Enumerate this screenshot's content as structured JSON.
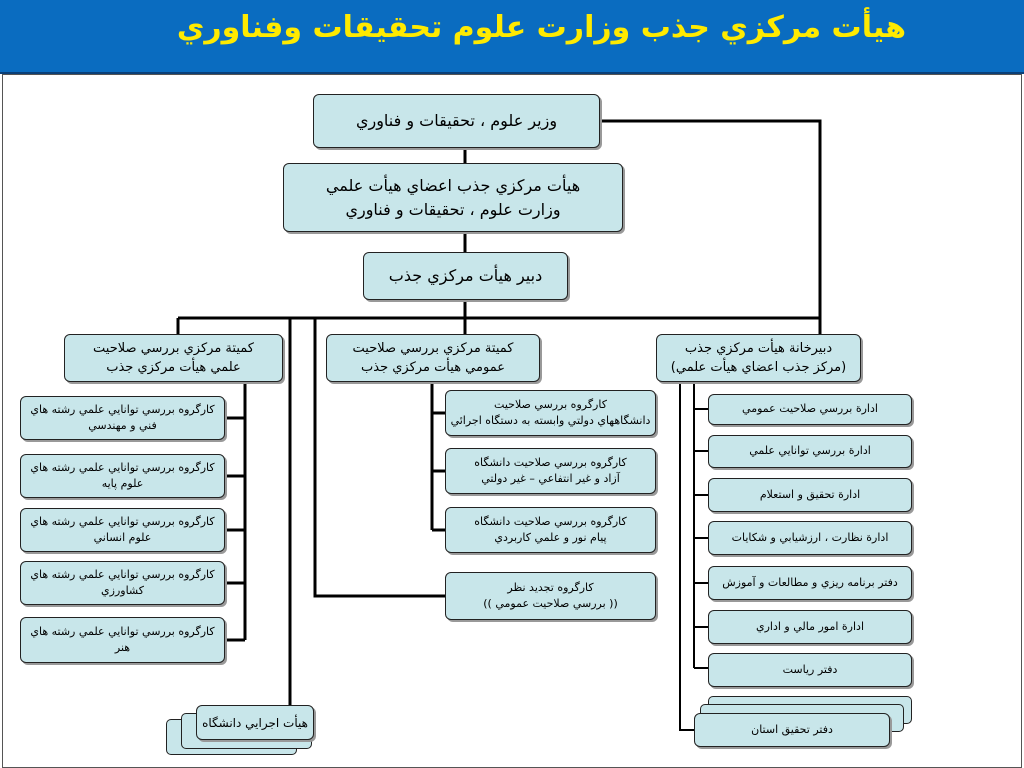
{
  "header": {
    "title": "هيأت مركزي جذب وزارت علوم تحقيقات وفناوري",
    "background": "#0a6cc0",
    "title_color": "#ffea00"
  },
  "diagram": {
    "node_fill": "#c8e6ea",
    "minister": "وزير علوم ، تحقيقات و فناوري",
    "central_board": {
      "line1": "هيأت مركزي جذب اعضاي هيأت علمي",
      "line2": "وزارت علوم ، تحقيقات و فناوري"
    },
    "secretary": "دبير هيأت مركزي جذب",
    "secretariat": {
      "line1": "دبيرخانة هيأت مركزي جذب",
      "line2": "(مركز جذب اعضاي هيأت علمي)"
    },
    "general_committee": {
      "line1": "كميتة مركزي بررسي صلاحيت",
      "line2": "عمومي هيأت مركزي جذب"
    },
    "scientific_committee": {
      "line1": "كميتة مركزي بررسي صلاحيت",
      "line2": "علمي هيأت مركزي جذب"
    },
    "general_workgroups": [
      {
        "line1": "كارگروه بررسي صلاحيت",
        "line2": "دانشگاههاي دولتي وابسته به دستگاه اجرائي"
      },
      {
        "line1": "كارگروه بررسي صلاحيت  دانشگاه",
        "line2": "آزاد و غير انتفاعي – غير دولتي"
      },
      {
        "line1": "كارگروه بررسي صلاحيت  دانشگاه",
        "line2": "پيام نور و علمي كاربردي"
      },
      {
        "line1": "كارگروه تجديد نظر",
        "line2": "(( بررسي صلاحيت عمومي ))"
      }
    ],
    "scientific_workgroups": [
      {
        "line1": "كارگروه بررسي توانايي علمي رشته هاي",
        "line2": "فني و مهندسي"
      },
      {
        "line1": "كارگروه بررسي توانايي علمي رشته هاي",
        "line2": "علوم پايه"
      },
      {
        "line1": "كارگروه بررسي توانايي علمي رشته هاي",
        "line2": "علوم انساني"
      },
      {
        "line1": "كارگروه بررسي توانايي علمي رشته هاي",
        "line2": "كشاورزي"
      },
      {
        "line1": "كارگروه بررسي توانايي علمي رشته هاي",
        "line2": "هنر"
      }
    ],
    "university_board": "هيأت اجرايي دانشگاه",
    "departments": [
      "ادارة بررسي صلاحيت عمومي",
      "ادارة بررسي توانايي علمي",
      "ادارة تحقيق و استعلام",
      "ادارة نظارت ، ارزشيابي و شكايات",
      "دفتر برنامه ريزي و مطالعات و آموزش",
      "ادارة امور مالي و اداري",
      "دفتر رياست"
    ],
    "province_office": "دفتر تحقيق استان"
  }
}
